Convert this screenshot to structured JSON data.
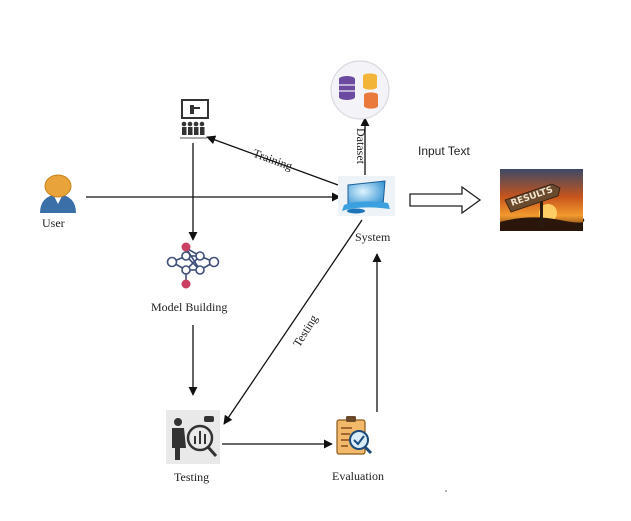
{
  "nodes": {
    "user": {
      "label": "User",
      "icon": "user-icon"
    },
    "system": {
      "label": "System",
      "icon": "computer-icon"
    },
    "dataset": {
      "label": "Dataset",
      "icon": "database-icon"
    },
    "training": {
      "icon": "presentation-icon"
    },
    "model_building": {
      "label": "Model Building",
      "icon": "neural-network-icon"
    },
    "testing": {
      "label": "Testing",
      "icon": "analysis-icon"
    },
    "evaluation": {
      "label": "Evaluation",
      "icon": "clipboard-check-icon"
    },
    "results": {
      "icon": "results-signpost-icon",
      "sign_text": "RESULTS"
    }
  },
  "edges": {
    "training_label": "Training",
    "testing_label": "Testing",
    "dataset_label": "Dataset",
    "input_text_label": "Input Text"
  },
  "colors": {
    "line": "#111111",
    "user_head": "#e8a33a",
    "user_body": "#3a6fa8",
    "db_purple": "#6b4aa0",
    "db_yellow": "#f2b53a",
    "db_orange": "#e97a3c",
    "nn_node": "#c94063",
    "nn_edge": "#3f4f7a",
    "sky": "#e46a1a"
  }
}
